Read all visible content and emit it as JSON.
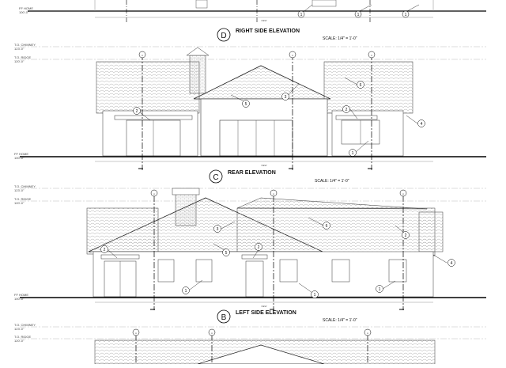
{
  "levels": {
    "ff_home": "FF HOME",
    "ff_elev": "100'-0\"",
    "chimney": "T.O. CHIMNEY",
    "chimney_elev": "123'-0\"",
    "ridge": "T.O. RIDGE",
    "ridge_elev": "120'-0\""
  },
  "elevations": {
    "right": {
      "letter": "D",
      "title": "RIGHT SIDE ELEVATION",
      "scale": "SCALE: 1/4\" = 1'-0\""
    },
    "rear": {
      "letter": "C",
      "title": "REAR ELEVATION",
      "scale": "SCALE: 1/4\" = 1'-0\""
    },
    "left": {
      "letter": "B",
      "title": "LEFT SIDE ELEVATION",
      "scale": "SCALE: 1/4\" = 1'-0\""
    }
  },
  "grade_label": "NEW",
  "grid_tag": "A",
  "keynotes": {
    "k1": "1",
    "k2": "2",
    "k3": "3",
    "k4": "4",
    "k5": "5",
    "k6": "6"
  }
}
